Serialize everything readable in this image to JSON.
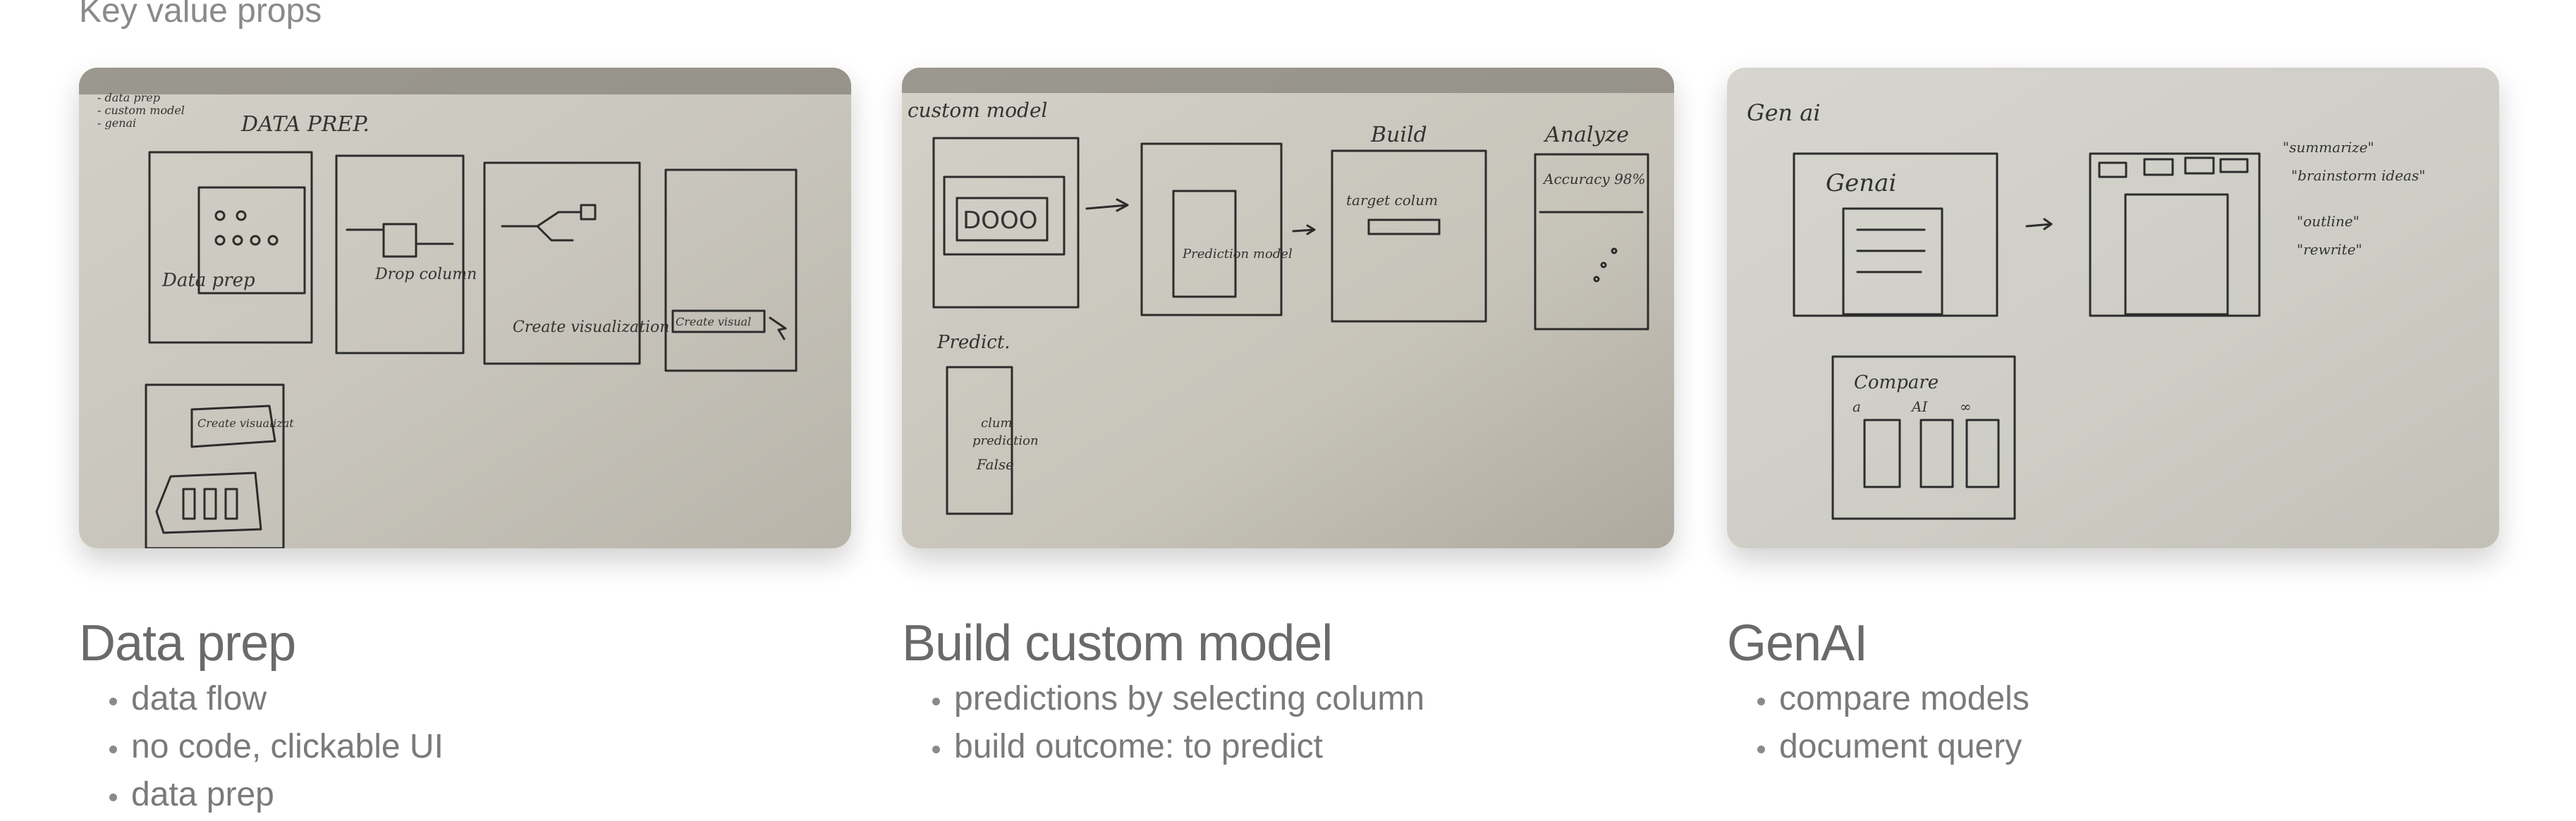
{
  "page": {
    "section_heading": "Key value props"
  },
  "cards": [
    {
      "title": "Data prep",
      "bullets": [
        "data flow",
        "no code, clickable UI",
        "data prep"
      ],
      "sketch_labels": {
        "notes": [
          "- data prep",
          "- custom model",
          "- genai"
        ],
        "heading": "DATA PREP.",
        "frame1": "Data prep",
        "frame2": "Drop column",
        "frame3": "Create visualization",
        "frame4": "Create visual",
        "frame5": "Create visualizat"
      }
    },
    {
      "title": "Build custom model",
      "bullets": [
        "predictions by selecting column",
        "build outcome: to predict"
      ],
      "sketch_labels": {
        "heading": "custom model",
        "build": "Build",
        "analyze": "Analyze",
        "target": "target colum",
        "accuracy": "Accuracy 98%",
        "prediction_model": "Prediction model",
        "predict": "Predict.",
        "predict_list": [
          "clum",
          "prediction",
          "False"
        ]
      }
    },
    {
      "title": "GenAI",
      "bullets": [
        "compare models",
        "document query"
      ],
      "sketch_labels": {
        "heading": "Gen ai",
        "frame_title": "Genai",
        "prompts": [
          "\"summarize\"",
          "\"brainstorm ideas\"",
          "\"outline\"",
          "\"rewrite\""
        ],
        "compare": "Compare",
        "compare_cols": [
          "a",
          "AI",
          "∞"
        ]
      }
    }
  ],
  "colors": {
    "whiteboard": "#c8c5bb",
    "heading": "#8a8a8a",
    "title": "#6a6a6a",
    "bullet": "#7a7a7a"
  }
}
